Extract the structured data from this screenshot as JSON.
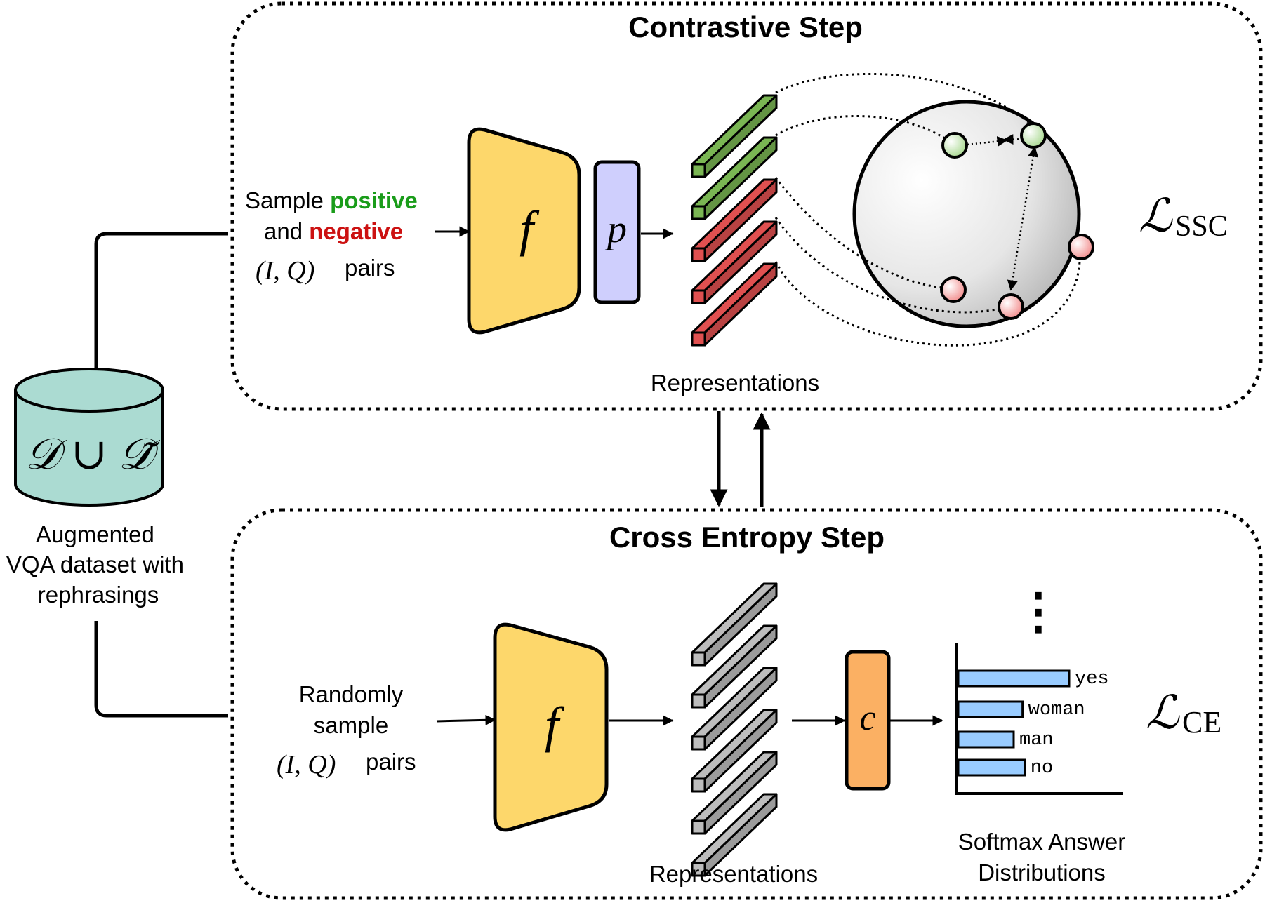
{
  "colors": {
    "positive": "#1a9c1a",
    "negative": "#cc1111",
    "encoder_fill": "#fdd76b",
    "projection_fill": "#cfcffd",
    "classifier_fill": "#fbb063",
    "dataset_fill": "#abdbd2",
    "rep_green": "#7ab653",
    "rep_red": "#e05050",
    "rep_gray": "#bdbdbd",
    "bar_fill": "#99ccff"
  },
  "dataset": {
    "symbol": "𝒟 ∪ 𝒟̃",
    "caption_lines": [
      "Augmented",
      "VQA dataset with",
      "rephrasings"
    ]
  },
  "contrastive": {
    "title": "Contrastive Step",
    "input_line1_prefix": "Sample",
    "input_positive": "positive",
    "input_line2_prefix": "and",
    "input_negative": "negative",
    "input_pair": "(I, Q)",
    "input_pairs_word": "pairs",
    "encoder_symbol": "f",
    "projection_symbol": "p",
    "representations_label": "Representations",
    "loss_symbol": "ℒ",
    "loss_subscript": "SSC"
  },
  "cross_entropy": {
    "title": "Cross Entropy Step",
    "input_line1": "Randomly",
    "input_line2": "sample",
    "input_pair": "(I, Q)",
    "input_pairs_word": "pairs",
    "encoder_symbol": "f",
    "classifier_symbol": "c",
    "representations_label": "Representations",
    "softmax_label_lines": [
      "Softmax Answer",
      "Distributions"
    ],
    "loss_symbol": "ℒ",
    "loss_subscript": "CE",
    "ellipsis": "⋮"
  },
  "chart_data": {
    "type": "bar",
    "orientation": "horizontal",
    "categories": [
      "yes",
      "woman",
      "man",
      "no"
    ],
    "values": [
      1.0,
      0.58,
      0.5,
      0.6
    ],
    "title": "",
    "xlabel": "",
    "ylabel": ""
  }
}
